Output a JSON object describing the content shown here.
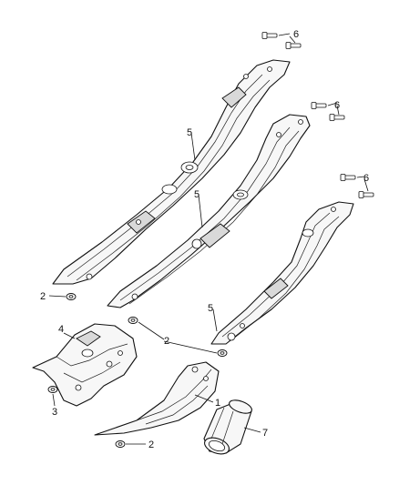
{
  "diagram": {
    "callouts": {
      "c1": "1",
      "c2a": "2",
      "c2b": "2",
      "c2c": "2",
      "c3": "3",
      "c4": "4",
      "c5a": "5",
      "c5b": "5",
      "c5c": "5",
      "c6a": "6",
      "c6b": "6",
      "c6c": "6",
      "c7": "7"
    }
  }
}
